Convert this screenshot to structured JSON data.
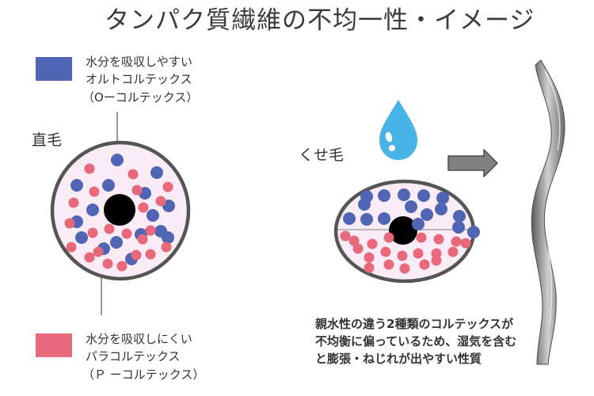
{
  "title": "タンパク質繊維の不均一性・イメージ",
  "legend": {
    "ortho": {
      "color": "#5066b4",
      "lines": [
        "水分を吸収しやすい",
        "オルトコルテックス",
        "（Oーコルテックス）"
      ]
    },
    "para": {
      "color": "#e8687c",
      "lines": [
        "水分を吸収しにくい",
        "パラコルテックス",
        "（Ｐ ーコルテックス）"
      ]
    }
  },
  "labels": {
    "straight": "直毛",
    "curly": "くせ毛"
  },
  "description": {
    "lines": [
      "親水性の違う2種類のコルテックスが",
      "不均衡に偏っているため、湿気を含む",
      "と膨張・ねじれが出やすい性質"
    ]
  },
  "icons": {
    "water_drop": "water-drop-icon",
    "arrow": "right-arrow-icon",
    "strand": "twisted-hair-strand-icon"
  },
  "colors": {
    "cross_section_fill": "#f9ecf7",
    "cross_section_stroke": "#555555",
    "medulla": "#000000",
    "water_drop": "#47b3e6",
    "arrow": "#808080"
  }
}
